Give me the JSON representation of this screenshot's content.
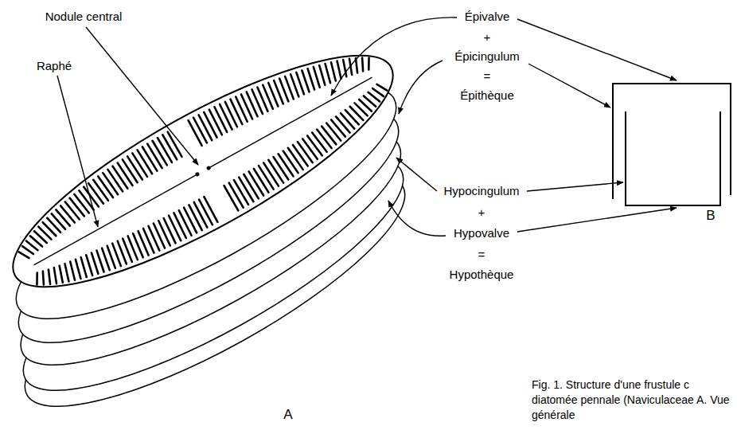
{
  "diagram": {
    "caption": "Fig. 1. Structure d'une frustule c diatomée pennale (Naviculaceae A. Vue générale",
    "labels": [
      "Nodule central",
      "Raphé",
      "Épivalve",
      "+",
      "Épicingulum",
      "=",
      "Épithèque",
      "Hypocingulum",
      "+",
      "Hypovalve",
      "=",
      "Hypothèque",
      "A",
      "B"
    ]
  }
}
